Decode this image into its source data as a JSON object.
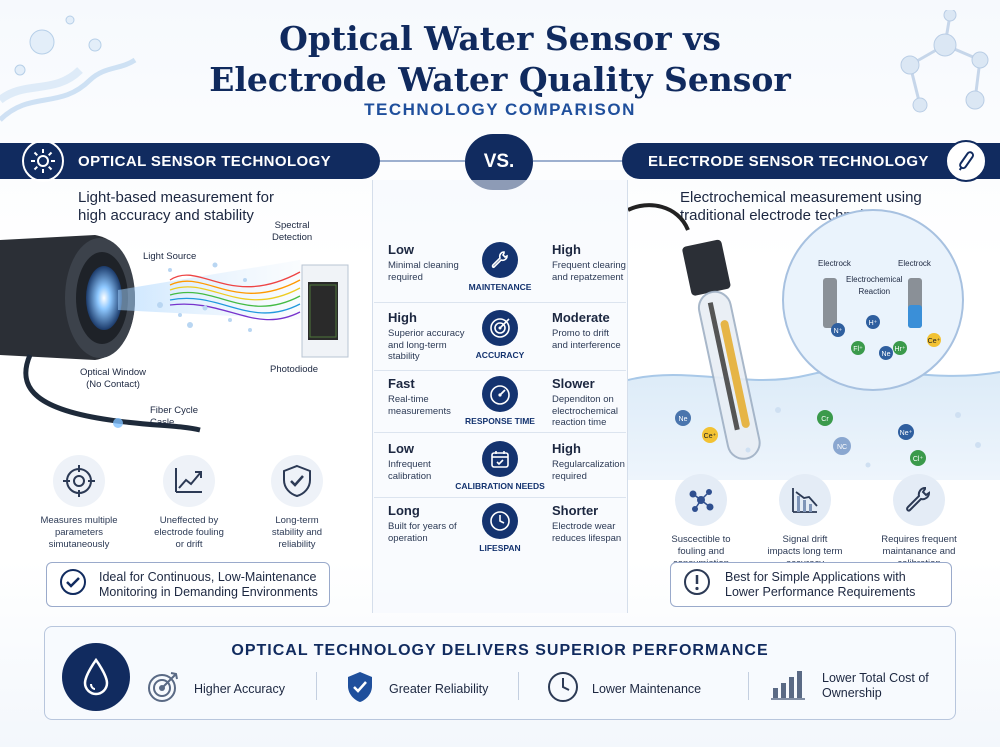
{
  "header": {
    "title_line1": "Optical Water Sensor vs",
    "title_line2": "Electrode Water Quality Sensor",
    "subtitle": "TECHNOLOGY COMPARISON"
  },
  "optical": {
    "banner": "OPTICAL SENSOR TECHNOLOGY",
    "intro_line1": "Light-based measurement for",
    "intro_line2": "high accuracy and stability",
    "labels": {
      "light_source": "Light Source",
      "spectral_line1": "Spectral",
      "spectral_line2": "Detection",
      "optical_window_line1": "Optical Window",
      "optical_window_line2": "(No Contact)",
      "photodiode": "Photodiode",
      "fiber_line1": "Fiber Cycle",
      "fiber_line2": "Casle"
    },
    "features": [
      {
        "line1": "Measures multiple",
        "line2": "parameters",
        "line3": "simutaneously",
        "icon": "target-icon"
      },
      {
        "line1": "Uneffected by",
        "line2": "electrode fouling",
        "line3": "or drift",
        "icon": "trend-up-icon"
      },
      {
        "line1": "Long-term",
        "line2": "stability and",
        "line3": "reliability",
        "icon": "shield-check-icon"
      }
    ],
    "callout_line1": "Ideal for Continuous, Low-Maintenance",
    "callout_line2": "Monitoring in Demanding Environments"
  },
  "vs": "VS.",
  "electrode": {
    "banner": "ELECTRODE SENSOR TECHNOLOGY",
    "intro_line1": "Electrochemical measurement using",
    "intro_line2": "traditional electrode technology",
    "diagram": {
      "electrode_left": "Electrock",
      "electrode_right": "Electrock",
      "reaction_line1": "Electrochemical",
      "reaction_line2": "Reaction",
      "ions": [
        "N⁺",
        "H⁺",
        "Fl⁺",
        "Ne",
        "Hr⁺",
        "Ce⁺"
      ],
      "water_ions": [
        "Ne",
        "Ce⁺",
        "Cr",
        "NC",
        "Ne⁺",
        "Cl⁺"
      ]
    },
    "features": [
      {
        "line1": "Suscectible to",
        "line2": "fouling and",
        "line3": "consumiation",
        "icon": "molecule-icon"
      },
      {
        "line1": "Signal drift",
        "line2": "impacts long term",
        "line3": "accuracy",
        "icon": "trend-down-icon"
      },
      {
        "line1": "Requires frequent",
        "line2": "maintanance and",
        "line3": "calibration",
        "icon": "wrench-icon"
      }
    ],
    "callout_line1": "Best for Simple Applications with",
    "callout_line2": "Lower Performance Requirements"
  },
  "comparison": [
    {
      "label": "MAINTENANCE",
      "icon": "wrench-icon",
      "left_head": "Low",
      "left_desc": "Minimal cleaning required",
      "right_head": "High",
      "right_desc": "Frequent clearing and repatzement"
    },
    {
      "label": "ACCURACY",
      "icon": "target-icon",
      "left_head": "High",
      "left_desc": "Superior accuracy and long-term stability",
      "right_head": "Moderate",
      "right_desc": "Promo to drift and interference"
    },
    {
      "label": "RESPONSE TIME",
      "icon": "gauge-icon",
      "left_head": "Fast",
      "left_desc": "Real-time measurements",
      "right_head": "Slower",
      "right_desc": "Dependiton on electrochemical reaction time"
    },
    {
      "label": "CALIBRATION NEEDS",
      "icon": "calendar-icon",
      "left_head": "Low",
      "left_desc": "Infrequent calibration",
      "right_head": "High",
      "right_desc": "Regularcalization required"
    },
    {
      "label": "LIFESPAN",
      "icon": "clock-icon",
      "left_head": "Long",
      "left_desc": "Built for years of operation",
      "right_head": "Shorter",
      "right_desc": "Electrode wear reduces lifespan"
    }
  ],
  "bottom": {
    "title": "OPTICAL TECHNOLOGY DELIVERS SUPERIOR PERFORMANCE",
    "benefits": [
      {
        "label": "Higher Accuracy",
        "icon": "target-icon"
      },
      {
        "label": "Greater Reliability",
        "icon": "shield-check-icon"
      },
      {
        "label": "Lower Maintenance",
        "icon": "clock-icon"
      },
      {
        "label_line1": "Lower Total Cost of",
        "label_line2": "Ownership",
        "icon": "bar-chart-icon"
      }
    ]
  },
  "colors": {
    "navy": "#112b5f",
    "accent_blue": "#1f4f9c",
    "water_blue": "#cfe2f5"
  }
}
